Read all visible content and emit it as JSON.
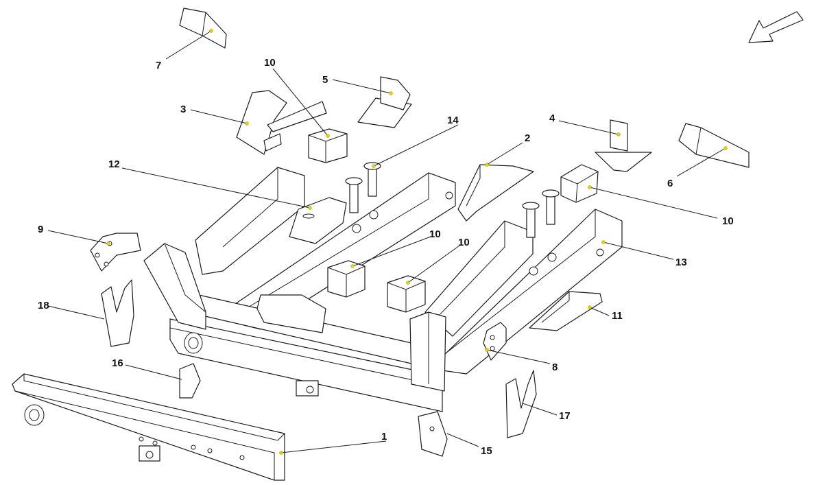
{
  "callouts": [
    {
      "id": "c1",
      "label": "1"
    },
    {
      "id": "c2",
      "label": "2"
    },
    {
      "id": "c3",
      "label": "3"
    },
    {
      "id": "c4",
      "label": "4"
    },
    {
      "id": "c5",
      "label": "5"
    },
    {
      "id": "c6",
      "label": "6"
    },
    {
      "id": "c7",
      "label": "7"
    },
    {
      "id": "c8",
      "label": "8"
    },
    {
      "id": "c9",
      "label": "9"
    },
    {
      "id": "c10a",
      "label": "10"
    },
    {
      "id": "c10b",
      "label": "10"
    },
    {
      "id": "c10c",
      "label": "10"
    },
    {
      "id": "c10d",
      "label": "10"
    },
    {
      "id": "c11",
      "label": "11"
    },
    {
      "id": "c12",
      "label": "12"
    },
    {
      "id": "c13",
      "label": "13"
    },
    {
      "id": "c14",
      "label": "14"
    },
    {
      "id": "c15",
      "label": "15"
    },
    {
      "id": "c16",
      "label": "16"
    },
    {
      "id": "c17",
      "label": "17"
    },
    {
      "id": "c18",
      "label": "18"
    }
  ],
  "icons": {
    "orientation_arrow": "direction-arrow-icon"
  },
  "colors": {
    "line": "#1a1a1a",
    "marker": "#e6d400",
    "background": "#ffffff"
  }
}
